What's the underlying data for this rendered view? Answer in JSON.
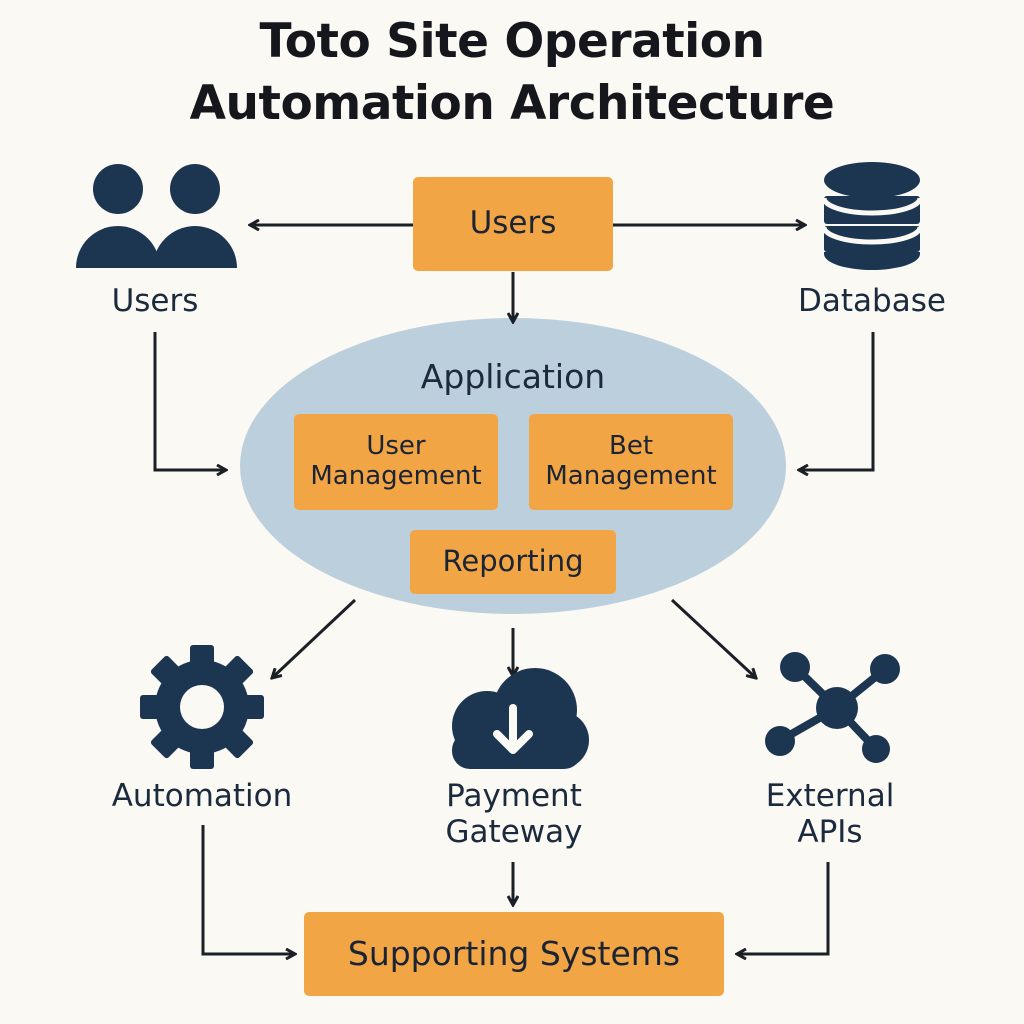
{
  "title": {
    "line1": "Toto Site Operation",
    "line2": "Automation Architecture"
  },
  "nodes": {
    "top_users_box": "Users",
    "users_label": "Users",
    "database_label": "Database",
    "application_label": "Application",
    "user_management_line1": "User",
    "user_management_line2": "Management",
    "bet_management_line1": "Bet",
    "bet_management_line2": "Management",
    "reporting": "Reporting",
    "automation_label": "Automation",
    "payment_line1": "Payment",
    "payment_line2": "Gateway",
    "external_line1": "External",
    "external_line2": "APIs",
    "supporting_systems": "Supporting Systems"
  },
  "icons": {
    "users": "users-icon",
    "database": "database-icon",
    "automation": "gear-icon",
    "payment": "cloud-download-icon",
    "external": "network-icon"
  },
  "colors": {
    "box": "#f2a545",
    "ellipse": "#bccfdc",
    "icon": "#1c3550",
    "arrow": "#1b1f26",
    "background": "#fbf9f4"
  }
}
